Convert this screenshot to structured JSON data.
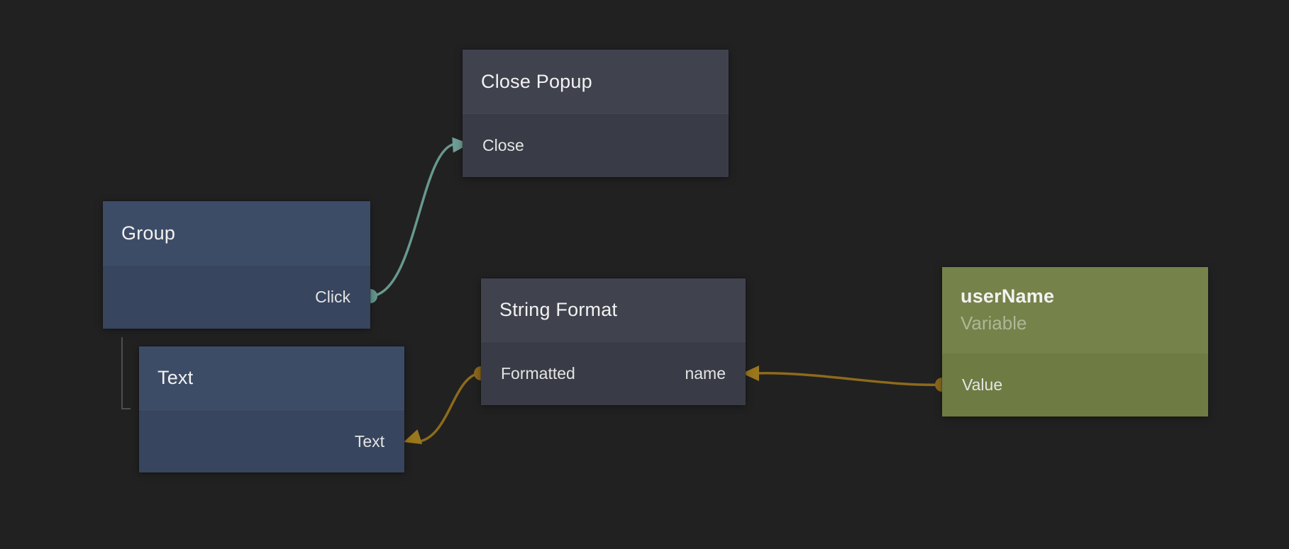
{
  "canvas": {
    "background": "#212121"
  },
  "colors": {
    "signal_connection": "#67998f",
    "data_connection": "#8d6a1c",
    "hierarchy_line": "#4b4e53",
    "node_gray_header": "#40424e",
    "node_gray_body": "#393c46",
    "node_blue_header": "#3d4c66",
    "node_blue_body": "#37455e",
    "node_green_header": "#75824a",
    "node_green_body": "#6e7b43"
  },
  "nodes": [
    {
      "title": "Close Popup",
      "input": "Close"
    },
    {
      "title": "Group",
      "output": "Click"
    },
    {
      "title": "Text",
      "input": "Text"
    },
    {
      "title": "String Format",
      "output": "Formatted",
      "input": "name"
    },
    {
      "title": "userName",
      "subtitle": "Variable",
      "output": "Value"
    }
  ],
  "connections": [
    {
      "from": "Group.Click",
      "to": "Close Popup.Close",
      "type": "signal"
    },
    {
      "from": "String Format.Formatted",
      "to": "Text.Text",
      "type": "data"
    },
    {
      "from": "userName.Value",
      "to": "String Format.name",
      "type": "data"
    }
  ],
  "hierarchy": [
    {
      "parent": "Group",
      "child": "Text"
    }
  ]
}
